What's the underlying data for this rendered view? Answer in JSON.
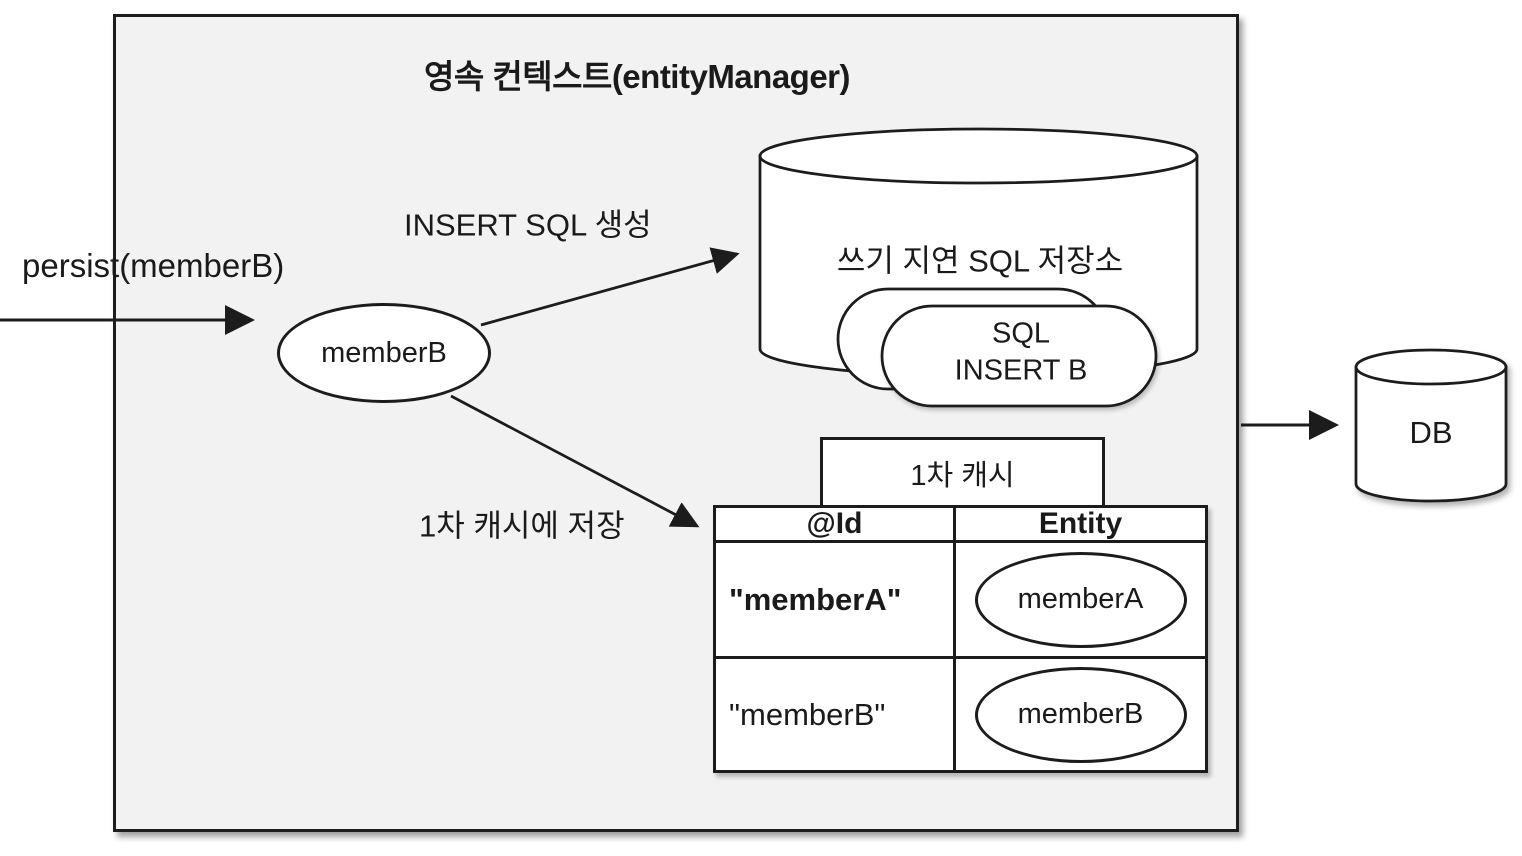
{
  "context": {
    "title": "영속 컨텍스트(entityManager)"
  },
  "labels": {
    "persist": "persist(memberB)",
    "insert_sql": "INSERT SQL 생성",
    "cache_store": "1차 캐시에 저장"
  },
  "entity": {
    "member_b": "memberB"
  },
  "sql_store": {
    "title": "쓰기 지연 SQL 저장소",
    "sql_line1": "SQL",
    "sql_line2": "INSERT B"
  },
  "cache": {
    "title": "1차 캐시",
    "columns": [
      "@Id",
      "Entity"
    ],
    "rows": [
      {
        "id": "\"memberA\"",
        "entity": "memberA"
      },
      {
        "id": "\"memberB\"",
        "entity": "memberB"
      }
    ]
  },
  "db": {
    "label": "DB"
  },
  "colors": {
    "box_fill": "#f2f2f2",
    "shape_fill": "#ffffff",
    "line": "#1c1c1c"
  }
}
